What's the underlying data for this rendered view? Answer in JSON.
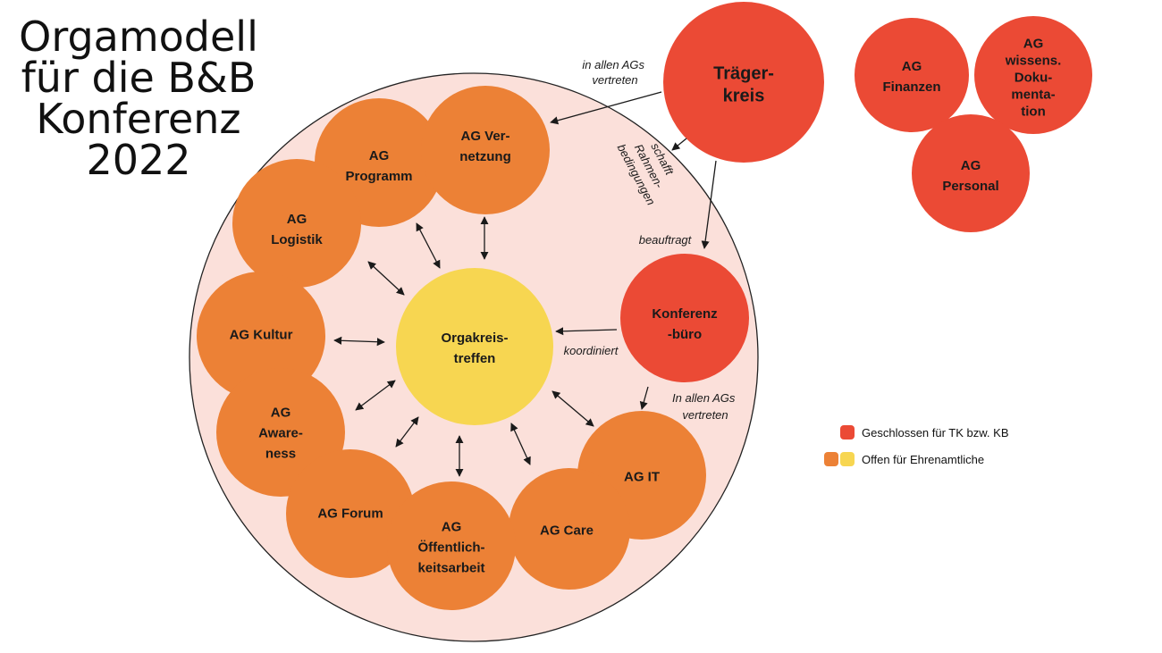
{
  "title": {
    "lines": [
      "Orgamodell",
      "für die B&B",
      "Konferenz",
      "2022"
    ]
  },
  "colors": {
    "closed": "#EB4A35",
    "open_orange": "#EC8136",
    "open_yellow": "#F7D651",
    "outer_ring": "#FBE0DA"
  },
  "nodes": {
    "traegerkreis": {
      "lines": [
        "Träger-",
        "kreis"
      ]
    },
    "ag_finanzen": {
      "lines": [
        "AG",
        "Finanzen"
      ]
    },
    "ag_wissens": {
      "lines": [
        "AG",
        "wissens.",
        "Doku-",
        "menta-",
        "tion"
      ]
    },
    "ag_personal": {
      "lines": [
        "AG",
        "Personal"
      ]
    },
    "ag_vernetzung": {
      "lines": [
        "AG Ver-",
        "netzung"
      ]
    },
    "ag_programm": {
      "lines": [
        "AG",
        "Programm"
      ]
    },
    "ag_logistik": {
      "lines": [
        "AG",
        "Logistik"
      ]
    },
    "ag_kultur": {
      "lines": [
        "AG Kultur"
      ]
    },
    "ag_awareness": {
      "lines": [
        "AG",
        "Aware-",
        "ness"
      ]
    },
    "ag_forum": {
      "lines": [
        "AG Forum"
      ]
    },
    "ag_oeffentlich": {
      "lines": [
        "AG",
        "Öffentlich-",
        "keitsarbeit"
      ]
    },
    "ag_care": {
      "lines": [
        "AG Care"
      ]
    },
    "ag_it": {
      "lines": [
        "AG IT"
      ]
    },
    "konferenzbuero": {
      "lines": [
        "Konferenz",
        "-büro"
      ]
    },
    "orgakreis": {
      "lines": [
        "Orgakreis-",
        "treffen"
      ]
    }
  },
  "edge_labels": {
    "in_allen_top": [
      "in allen AGs",
      "vertreten"
    ],
    "schafft": [
      "schafft",
      "Rahmen-",
      "bedingungen"
    ],
    "beauftragt": [
      "beauftragt"
    ],
    "koordiniert": [
      "koordiniert"
    ],
    "in_allen_bottom": [
      "In allen AGs",
      "vertreten"
    ]
  },
  "legend": {
    "closed_label": "Geschlossen für TK bzw. KB",
    "open_label": "Offen für Ehrenamtliche"
  }
}
